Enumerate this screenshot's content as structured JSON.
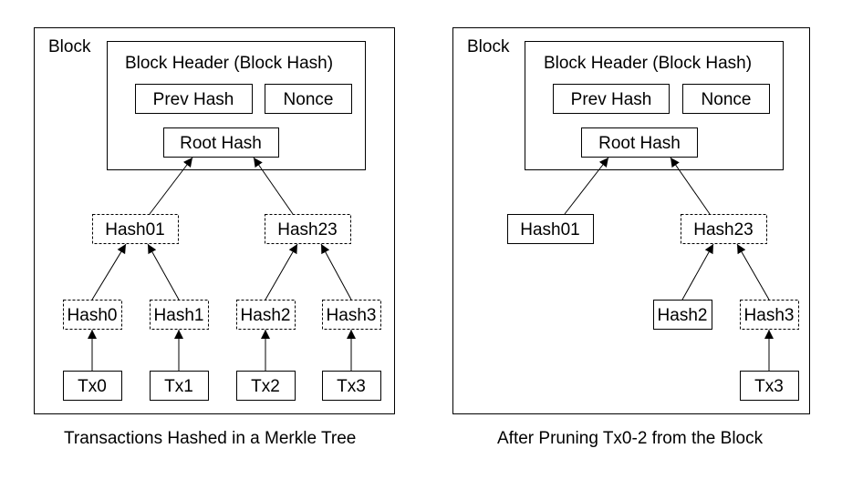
{
  "left_panel": {
    "block_label": "Block",
    "header_label": "Block Header (Block Hash)",
    "prev_hash": "Prev Hash",
    "nonce": "Nonce",
    "root_hash": "Root Hash",
    "hash01": "Hash01",
    "hash23": "Hash23",
    "hash0": "Hash0",
    "hash1": "Hash1",
    "hash2": "Hash2",
    "hash3": "Hash3",
    "tx0": "Tx0",
    "tx1": "Tx1",
    "tx2": "Tx2",
    "tx3": "Tx3",
    "caption": "Transactions Hashed in a Merkle Tree"
  },
  "right_panel": {
    "block_label": "Block",
    "header_label": "Block Header (Block Hash)",
    "prev_hash": "Prev Hash",
    "nonce": "Nonce",
    "root_hash": "Root Hash",
    "hash01": "Hash01",
    "hash23": "Hash23",
    "hash2": "Hash2",
    "hash3": "Hash3",
    "tx3": "Tx3",
    "caption": "After Pruning Tx0-2 from the Block"
  }
}
